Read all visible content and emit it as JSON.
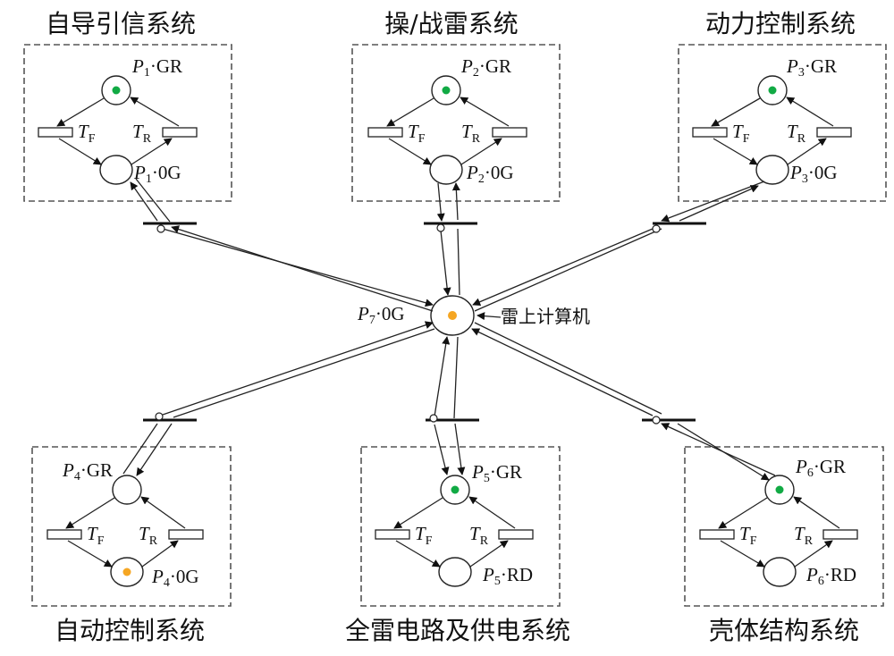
{
  "colors": {
    "token_green": "#11aa44",
    "token_orange": "#f5a623"
  },
  "systems": [
    {
      "name": "自导引信系统",
      "top_place": {
        "sym": "P",
        "idx": "1",
        "state": "·GR",
        "token": "green"
      },
      "bottom_place": {
        "sym": "P",
        "idx": "1",
        "state": "·0G",
        "token": "none"
      }
    },
    {
      "name": "操/战雷系统",
      "top_place": {
        "sym": "P",
        "idx": "2",
        "state": "·GR",
        "token": "green"
      },
      "bottom_place": {
        "sym": "P",
        "idx": "2",
        "state": "·0G",
        "token": "none"
      }
    },
    {
      "name": "动力控制系统",
      "top_place": {
        "sym": "P",
        "idx": "3",
        "state": "·GR",
        "token": "green"
      },
      "bottom_place": {
        "sym": "P",
        "idx": "3",
        "state": "·0G",
        "token": "none"
      }
    },
    {
      "name": "自动控制系统",
      "top_place": {
        "sym": "P",
        "idx": "4",
        "state": "·GR",
        "token": "none"
      },
      "bottom_place": {
        "sym": "P",
        "idx": "4",
        "state": "·0G",
        "token": "orange"
      }
    },
    {
      "name": "全雷电路及供电系统",
      "top_place": {
        "sym": "P",
        "idx": "5",
        "state": "·GR",
        "token": "green"
      },
      "bottom_place": {
        "sym": "P",
        "idx": "5",
        "state": "·RD",
        "token": "none"
      }
    },
    {
      "name": "壳体结构系统",
      "top_place": {
        "sym": "P",
        "idx": "6",
        "state": "·GR",
        "token": "green"
      },
      "bottom_place": {
        "sym": "P",
        "idx": "6",
        "state": "·RD",
        "token": "none"
      }
    }
  ],
  "transition_labels": {
    "fault": {
      "sym": "T",
      "sub": "F"
    },
    "repair": {
      "sym": "T",
      "sub": "R"
    }
  },
  "center": {
    "sym": "P",
    "idx": "7",
    "state": "·0G",
    "token": "orange",
    "name": "雷上计算机"
  }
}
